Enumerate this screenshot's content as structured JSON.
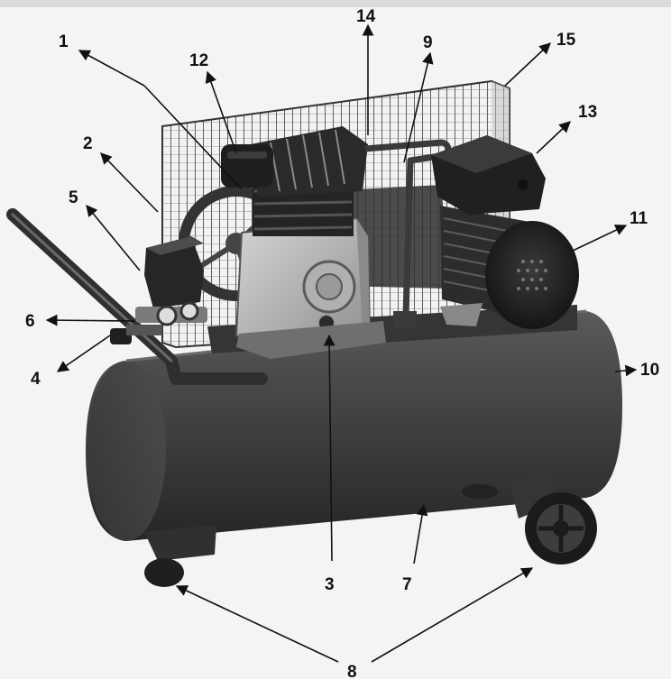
{
  "labels": {
    "l1": "1",
    "l2": "2",
    "l3": "3",
    "l4": "4",
    "l5": "5",
    "l6": "6",
    "l7": "7",
    "l8": "8",
    "l9": "9",
    "l10": "10",
    "l11": "11",
    "l12": "12",
    "l13": "13",
    "l14": "14",
    "l15": "15"
  },
  "colors": {
    "tank": "#3c3c3c",
    "cage": "#444444",
    "pump_body": "#b9b9b9",
    "background": "#f4f4f4"
  }
}
